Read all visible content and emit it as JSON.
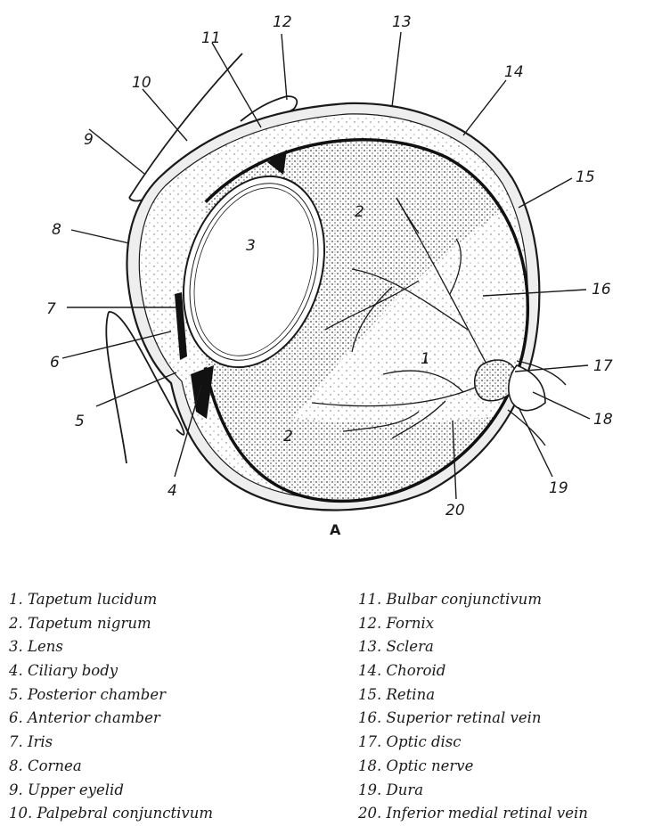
{
  "figure_label": "A",
  "callouts": [
    "1",
    "2",
    "2",
    "3",
    "4",
    "5",
    "6",
    "7",
    "8",
    "9",
    "10",
    "11",
    "12",
    "13",
    "14",
    "15",
    "16",
    "17",
    "18",
    "19",
    "20"
  ],
  "legend_left": [
    "1. Tapetum lucidum",
    "2. Tapetum nigrum",
    "3. Lens",
    "4. Ciliary body",
    "5. Posterior chamber",
    "6. Anterior chamber",
    "7. Iris",
    "8. Cornea",
    "9. Upper eyelid",
    "10. Palpebral conjunctivum"
  ],
  "legend_right": [
    "11. Bulbar conjunctivum",
    "12. Fornix",
    "13. Sclera",
    "14. Choroid",
    "15. Retina",
    "16. Superior retinal vein",
    "17. Optic disc",
    "18. Optic nerve",
    "19. Dura",
    "20. Inferior medial retinal vein"
  ]
}
